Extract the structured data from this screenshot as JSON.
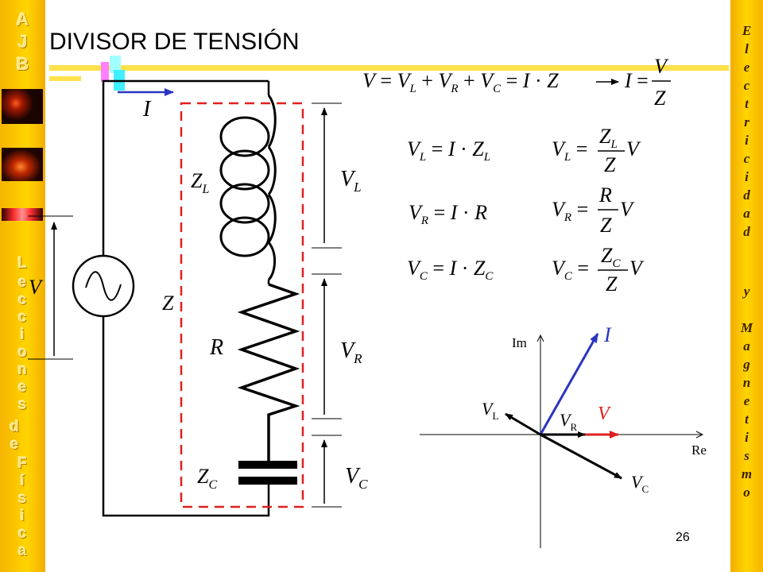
{
  "slide": {
    "title": "DIVISOR DE TENSIÓN",
    "number": "26"
  },
  "left_sidebar": {
    "logo_letters": [
      "A",
      "J",
      "B"
    ],
    "vertical_text_letters": [
      "L",
      "e",
      "c",
      "c",
      "i",
      "o",
      "n",
      "e",
      "s",
      "d",
      "e",
      "F",
      "í",
      "s",
      "i",
      "c",
      "a"
    ]
  },
  "right_sidebar": {
    "vertical_text_letters": [
      "E",
      "l",
      "e",
      "c",
      "t",
      "r",
      "i",
      "c",
      "i",
      "d",
      "a",
      "d",
      "y",
      "M",
      "a",
      "g",
      "n",
      "e",
      "t",
      "i",
      "s",
      "m",
      "o"
    ]
  },
  "circuit": {
    "current_label": "I",
    "source_voltage_label": "V",
    "impedance_label": "Z",
    "inductor_label": "Z",
    "inductor_sub": "L",
    "resistor_label": "R",
    "capacitor_label": "Z",
    "capacitor_sub": "C",
    "voltage_labels": [
      {
        "main": "V",
        "sub": "L"
      },
      {
        "main": "V",
        "sub": "R"
      },
      {
        "main": "V",
        "sub": "C"
      }
    ]
  },
  "equations": {
    "main_equation": "V = V_L + V_R + V_C = I · Z",
    "current_result": "I = V / Z",
    "rows": [
      {
        "left": "V_L = I · Z_L",
        "right": "V_L = (Z_L / Z) V"
      },
      {
        "left": "V_R = I · R",
        "right": "V_R = (R / Z) V"
      },
      {
        "left": "V_C = I · Z_C",
        "right": "V_C = (Z_C / Z) V"
      }
    ]
  },
  "phasor_diagram": {
    "axis_im": "Im",
    "axis_re": "Re",
    "colors": {
      "current": "#2a35c0",
      "voltage": "#e02020",
      "components": "#000000"
    },
    "vectors": [
      {
        "name": "I",
        "label": "I",
        "sub": ""
      },
      {
        "name": "V",
        "label": "V",
        "sub": ""
      },
      {
        "name": "VR",
        "label": "V",
        "sub": "R"
      },
      {
        "name": "VL",
        "label": "V",
        "sub": "L"
      },
      {
        "name": "VC",
        "label": "V",
        "sub": "C"
      }
    ]
  }
}
